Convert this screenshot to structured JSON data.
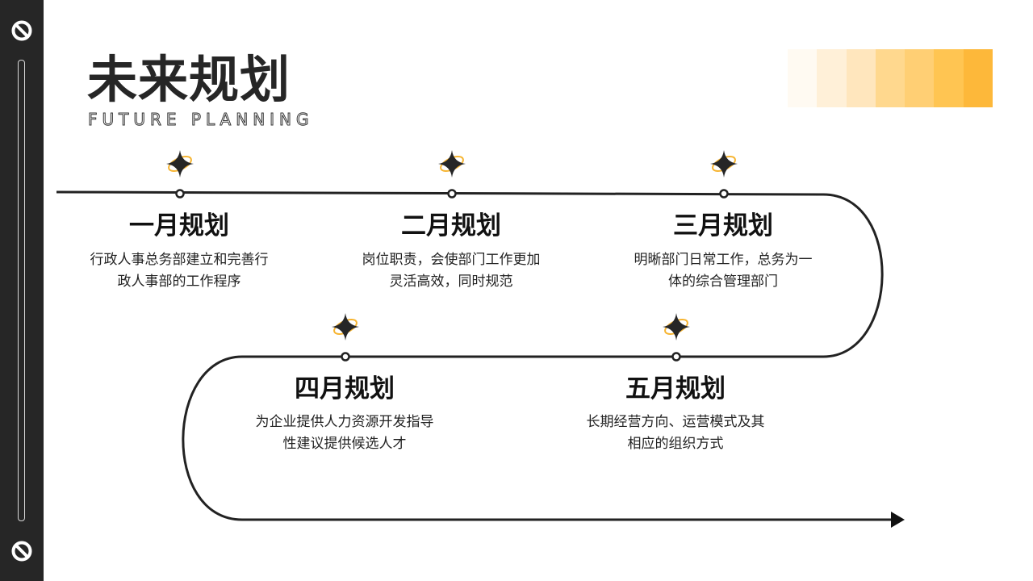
{
  "header": {
    "title": "未来规划",
    "subtitle": "FUTURE PLANNING"
  },
  "colors": {
    "accent": "#f6b431",
    "dark": "#262626",
    "gradient": [
      "#fffaf2",
      "#fff0d8",
      "#ffe6bd",
      "#ffd88e",
      "#ffcf74",
      "#ffc552",
      "#fdb83a"
    ]
  },
  "icons": {
    "sidebar": "ban-icon",
    "milestone": "sparkle-icon"
  },
  "milestones": [
    {
      "title": "一月规划",
      "lines": [
        "行政人事总务部建立和完善行",
        "政人事部的工作程序"
      ]
    },
    {
      "title": "二月规划",
      "lines": [
        "岗位职责，会使部门工作更加",
        "灵活高效，同时规范"
      ]
    },
    {
      "title": "三月规划",
      "lines": [
        "明晰部门日常工作，总务为一",
        "体的综合管理部门"
      ]
    },
    {
      "title": "四月规划",
      "lines": [
        "为企业提供人力资源开发指导",
        "性建议提供候选人才"
      ]
    },
    {
      "title": "五月规划",
      "lines": [
        "长期经营方向、运营模式及其",
        "相应的组织方式"
      ]
    }
  ]
}
